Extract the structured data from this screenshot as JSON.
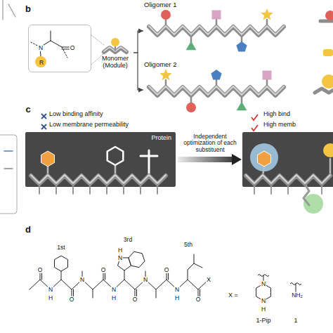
{
  "diagram": {
    "nodes": [
      {
        "text": [
          "N",
          "O",
          "R"
        ]
      },
      {
        "text": [
          "Monomer (Module)"
        ]
      },
      {
        "text": [
          "Oligomer 1"
        ]
      },
      {
        "text": [
          "Oligomer 2"
        ]
      },
      {
        "text": [
          "Low binding affinity",
          "Low membrane permeability",
          "Protein"
        ]
      },
      {
        "text": [
          "High bind",
          "High memb"
        ]
      }
    ],
    "edges": [
      {
        "from": 1,
        "to": 2,
        "arrow": "to"
      },
      {
        "from": 1,
        "to": 3,
        "arrow": "to"
      },
      {
        "from": 4,
        "to": 5,
        "label": "Independent optimization of each substituent",
        "arrow": "to"
      }
    ],
    "labels": [
      "b",
      "c",
      "d",
      "1st",
      "3rd",
      "5th",
      "O",
      "N",
      "H",
      "O",
      "N",
      "O",
      "N",
      "H",
      "H",
      "N",
      "O",
      "N",
      "O",
      "N",
      "H",
      "O",
      "X",
      "X =",
      "N",
      "N",
      "H",
      "NH₂",
      "1-Pip",
      "1"
    ]
  }
}
